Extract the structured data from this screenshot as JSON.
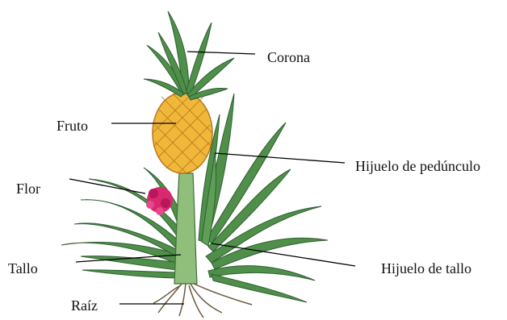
{
  "labels": {
    "corona": "Corona",
    "fruto": "Fruto",
    "flor": "Flor",
    "tallo": "Tallo",
    "raiz": "Raíz",
    "hijuelo_pedunculo": "Hijuelo de pedúnculo",
    "hijuelo_tallo": "Hijuelo de tallo"
  },
  "colors": {
    "leaf": "#4f8f4a",
    "leaf_dark": "#2f5f32",
    "stem": "#8fbf7a",
    "fruit": "#f0b83a",
    "fruit_dark": "#b8741c",
    "flower": "#d8286e",
    "root": "#6b5a40",
    "line": "#000000"
  }
}
